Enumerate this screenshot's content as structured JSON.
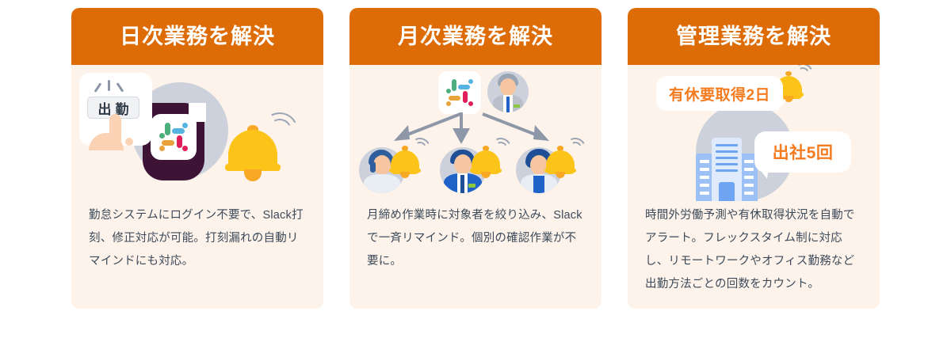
{
  "cards": [
    {
      "id": "daily",
      "header": "日次業務を解決",
      "body": "勤怠システムにログイン不要で、Slack打刻、修正対応が可能。打刻漏れの自動リマインドにも対応。",
      "illustration": {
        "name": "slack-clock-in-illustration",
        "punch_button_label": "出勤",
        "icons": [
          "punch-card-icon",
          "pointing-finger-icon",
          "slack-logo-icon",
          "notification-bell-icon"
        ]
      }
    },
    {
      "id": "monthly",
      "header": "月次業務を解決",
      "body": "月締め作業時に対象者を絞り込み、Slackで一斉リマインド。個別の確認作業が不要に。",
      "illustration": {
        "name": "slack-broadcast-reminder-illustration",
        "icons": [
          "slack-logo-icon",
          "manager-avatar-icon",
          "arrow-down-left-icon",
          "arrow-down-icon",
          "arrow-down-right-icon",
          "employee-avatar-icon",
          "notification-bell-icon"
        ]
      }
    },
    {
      "id": "admin",
      "header": "管理業務を解決",
      "body": "時間外労働予測や有休取得状況を自動でアラート。フレックスタイム制に対応し、リモートワークやオフィス勤務など出勤方法ごとの回数をカウント。",
      "illustration": {
        "name": "attendance-alert-illustration",
        "bubbles": [
          "有休要取得2日",
          "出社5回"
        ],
        "icons": [
          "notification-bell-icon",
          "office-building-icon"
        ]
      }
    }
  ],
  "colors": {
    "header_orange": "#DE6C06",
    "card_cream": "#FDF3EA",
    "bubble_text_orange": "#F47B20",
    "bell_yellow": "#FCC419",
    "body_text": "#3C4A5A",
    "page_background": "#FFFFFF"
  }
}
